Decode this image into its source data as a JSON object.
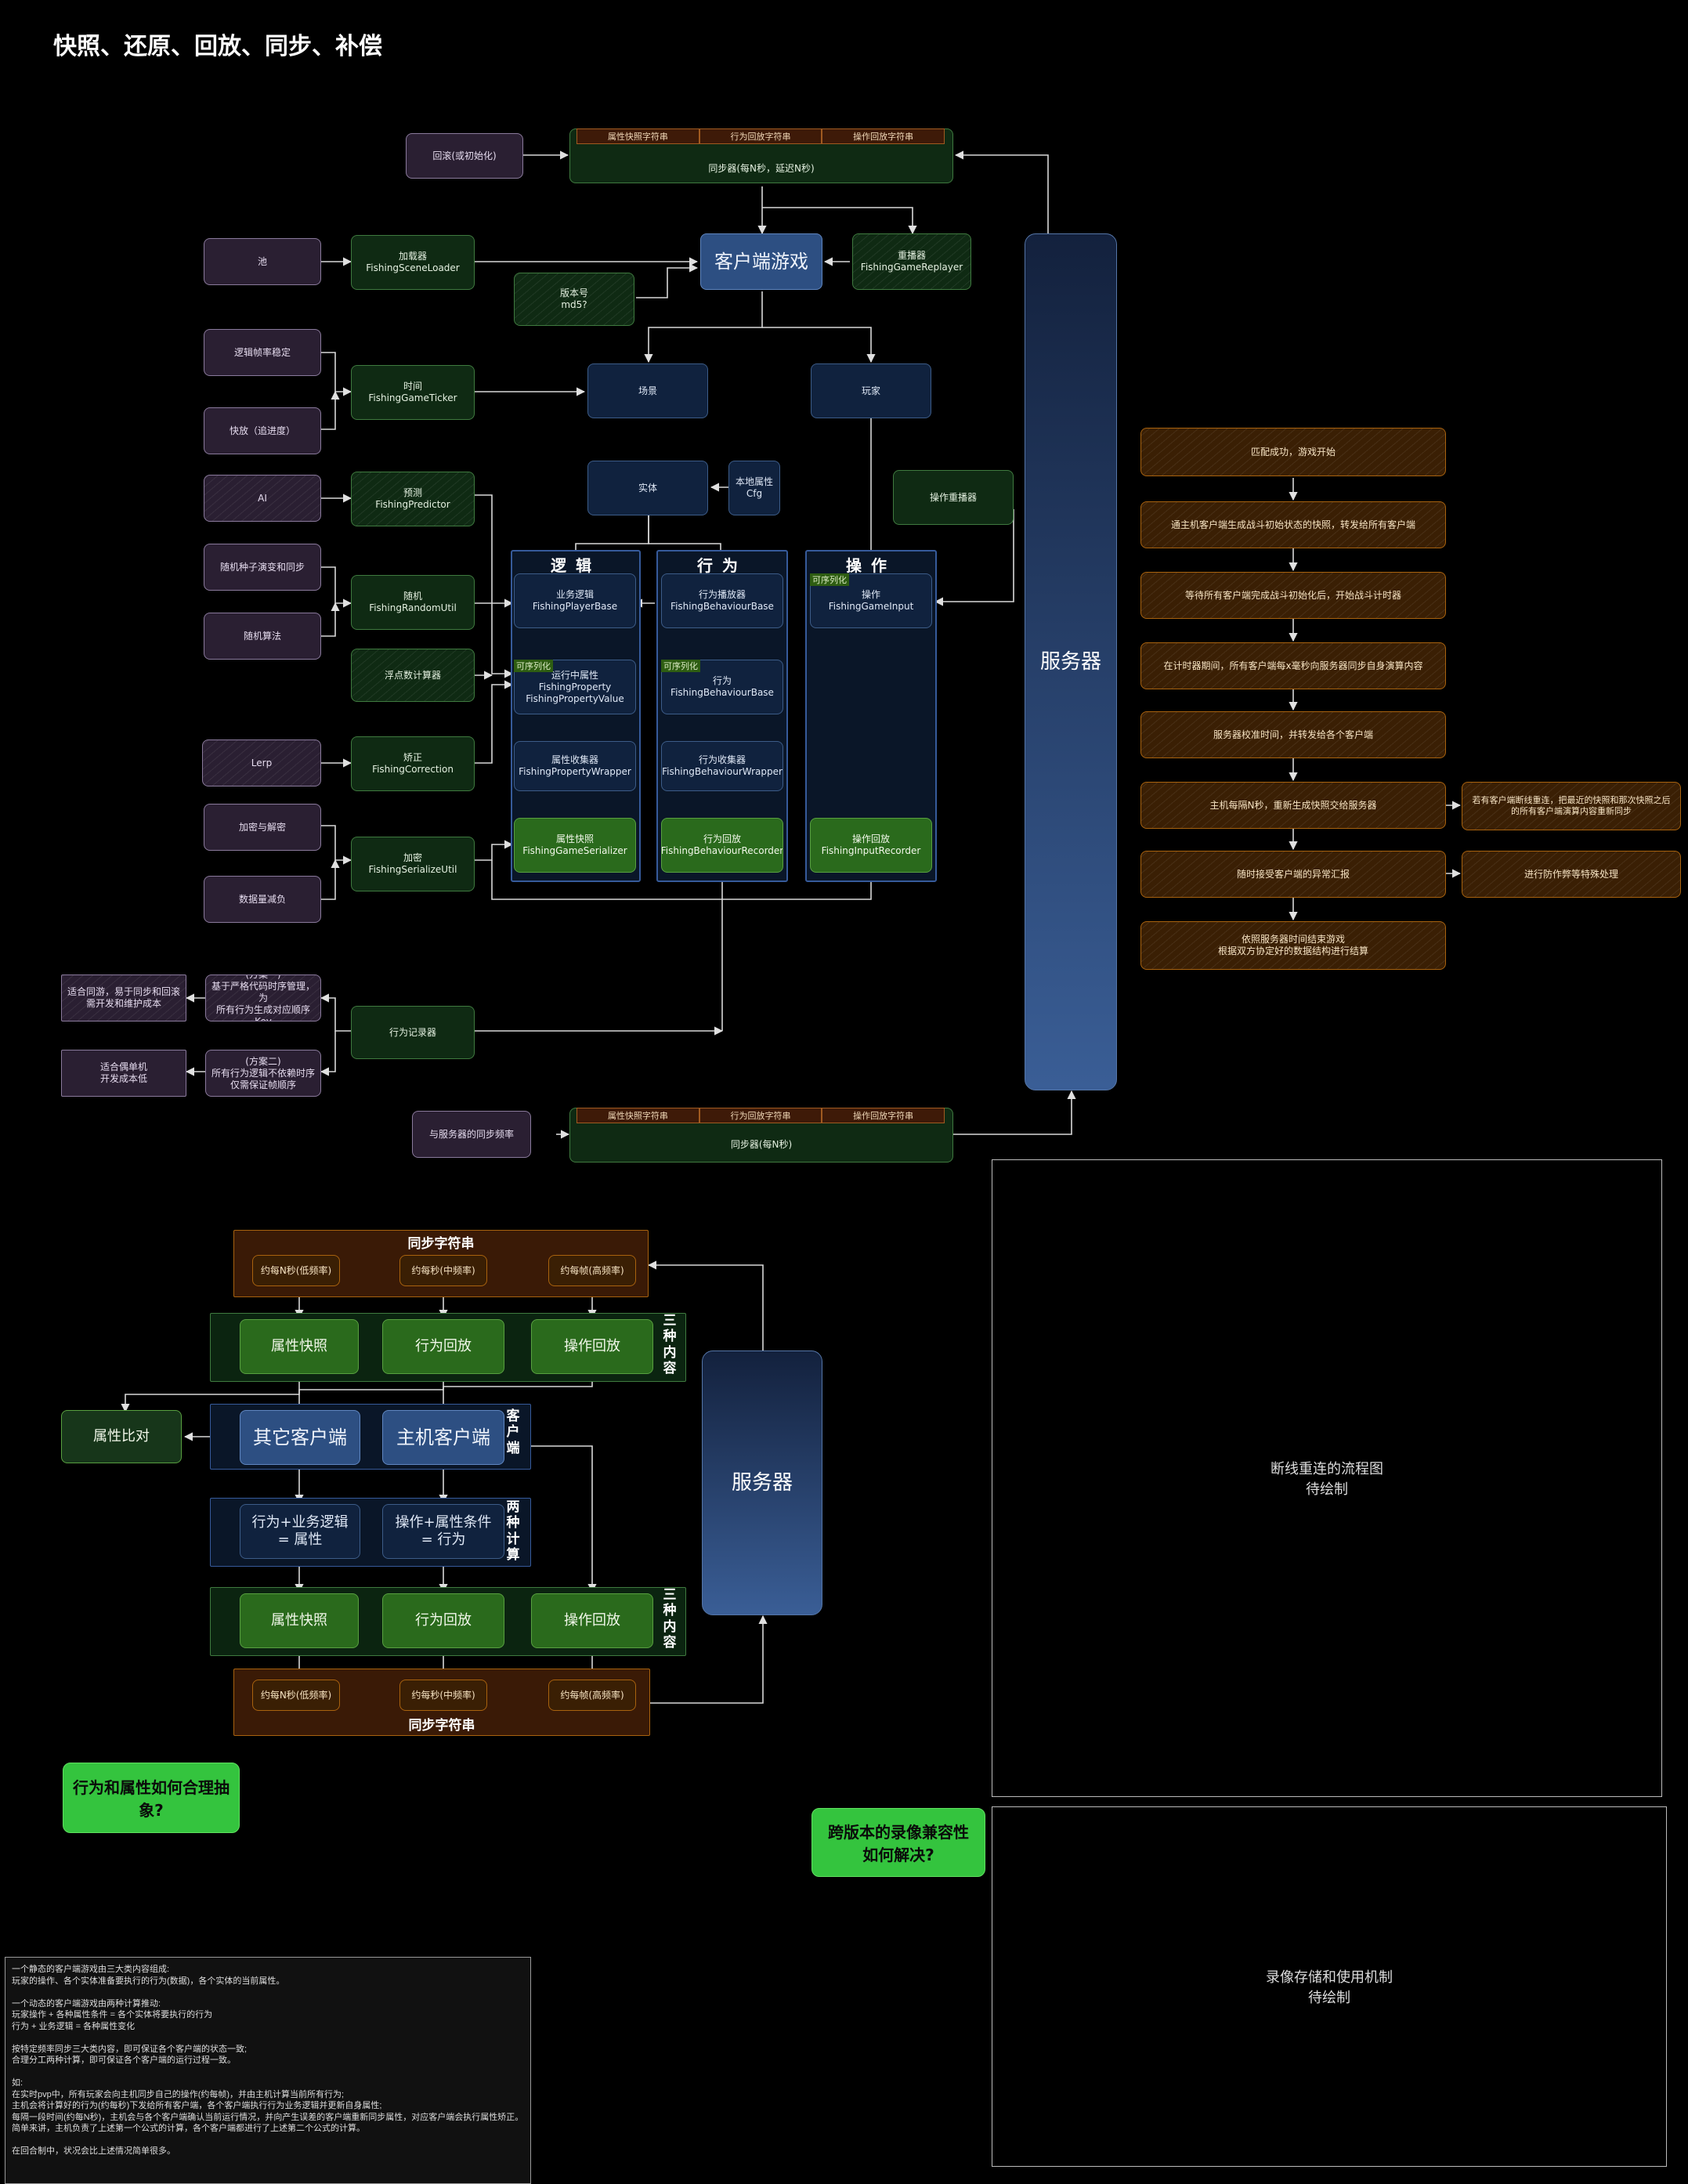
{
  "title": "快照、还原、回放、同步、补偿",
  "top": {
    "rollback": "回滚(或初始化)",
    "sync_top": {
      "segments": [
        "属性快照字符串",
        "行为回放字符串",
        "操作回放字符串"
      ],
      "label": "同步器(每N秒，延迟N秒)"
    },
    "pool": "池",
    "scene_loader": "加载器\nFishingSceneLoader",
    "client_game": "客户端游戏",
    "replayer": "重播器\nFishingGameReplayer",
    "version": "版本号\nmd5?",
    "logic_stable": "逻辑帧率稳定",
    "fast_forward": "快放（追进度）",
    "ticker": "时间\nFishingGameTicker",
    "scene": "场景",
    "player": "玩家",
    "ai": "AI",
    "predictor": "预测\nFishingPredictor",
    "entity": "实体",
    "local_cfg": "本地属性\nCfg",
    "op_replayer": "操作重播器",
    "random_seed": "随机种子演变和同步",
    "random_algo": "随机算法",
    "random_util": "随机\nFishingRandomUtil",
    "float_calc": "浮点数计算器",
    "lerp": "Lerp",
    "correction": "矫正\nFishingCorrection",
    "encrypt": "加密与解密",
    "data_reduce": "数据量减负",
    "serialize_util": "加密\nFishingSerializeUtil",
    "lanes": {
      "logic": {
        "title": "逻辑",
        "items": [
          "业务逻辑\nFishingPlayerBase",
          "运行中属性\nFishingProperty\nFishingPropertyValue",
          "属性收集器\nFishingPropertyWrapper",
          "属性快照\nFishingGameSerializer"
        ],
        "tag": "可序列化"
      },
      "behaviour": {
        "title": "行为",
        "items": [
          "行为播放器\nFishingBehaviourBase",
          "行为\nFishingBehaviourBase",
          "行为收集器\nFishingBehaviourWrapper",
          "行为回放\nFishingBehaviourRecorder"
        ],
        "tag": "可序列化"
      },
      "operation": {
        "title": "操作",
        "items": [
          "操作\nFishingGameInput",
          "操作回放\nFishingInputRecorder"
        ],
        "tag": "可序列化"
      }
    },
    "plan1": "(方案一)\n基于严格代码时序管理，为\n所有行为生成对应顺序Key",
    "plan1_note": "适合同游，易于同步和回滚\n需开发和维护成本",
    "plan2": "(方案二)\n所有行为逻辑不依赖时序\n仅需保证帧顺序",
    "plan2_note": "适合偶单机\n开发成本低",
    "behaviour_recorder": "行为记录器",
    "sync_freq": "与服务器的同步频率",
    "sync_bottom": {
      "segments": [
        "属性快照字符串",
        "行为回放字符串",
        "操作回放字符串"
      ],
      "label": "同步器(每N秒)"
    },
    "server": "服务器"
  },
  "flow": [
    "匹配成功，游戏开始",
    "通主机客户端生成战斗初始状态的快照，转发给所有客户端",
    "等待所有客户端完成战斗初始化后，开始战斗计时器",
    "在计时器期间，所有客户端每x毫秒向服务器同步自身演算内容",
    "服务器校准时间，并转发给各个客户端",
    "主机每隔N秒，重新生成快照交给服务器",
    "随时接受客户端的异常汇报",
    "依照服务器时间结束游戏\n根据双方协定好的数据结构进行结算"
  ],
  "flow_side": [
    "若有客户端断线重连，把最近的快照和那次快照之后\n的所有客户端演算内容重新同步",
    "进行防作弊等特殊处理"
  ],
  "lower": {
    "sync_string": "同步字符串",
    "freq": [
      "约每N秒(低频率)",
      "约每秒(中频率)",
      "约每帧(高频率)"
    ],
    "three": "三种内容",
    "contents": [
      "属性快照",
      "行为回放",
      "操作回放"
    ],
    "clients_label": "客户端",
    "other_client": "其它客户端",
    "host_client": "主机客户端",
    "compare": "属性比对",
    "two_calc": "两种计算",
    "calc1": "行为+业务逻辑\n= 属性",
    "calc2": "操作+属性条件\n= 行为",
    "server": "服务器"
  },
  "questions": {
    "q1": "行为和属性如何合理抽象?",
    "q2": "跨版本的录像兼容性\n如何解决?"
  },
  "frames": {
    "reconnect": "断线重连的流程图\n待绘制",
    "storage": "录像存储和使用机制\n待绘制"
  },
  "notes": "一个静态的客户端游戏由三大类内容组成:\n玩家的操作、各个实体准备要执行的行为(数据)，各个实体的当前属性。\n\n一个动态的客户端游戏由两种计算推动:\n玩家操作 + 各种属性条件 = 各个实体将要执行的行为\n行为 + 业务逻辑 = 各种属性变化\n\n按特定频率同步三大类内容，即可保证各个客户端的状态一致;\n合理分工两种计算，即可保证各个客户端的运行过程一致。\n\n如:\n在实时pvp中，所有玩家会向主机同步自己的操作(约每帧)，并由主机计算当前所有行为;\n主机会将计算好的行为(约每秒)下发给所有客户端，各个客户端执行行为业务逻辑并更新自身属性;\n每隔一段时间(约每N秒)，主机会与各个客户端确认当前运行情况，并向产生误差的客户端重新同步属性，对应客户端会执行属性矫正。\n简单来讲，主机负责了上述第一个公式的计算，各个客户端都进行了上述第二个公式的计算。\n\n在回合制中，状况会比上述情况简单很多。"
}
